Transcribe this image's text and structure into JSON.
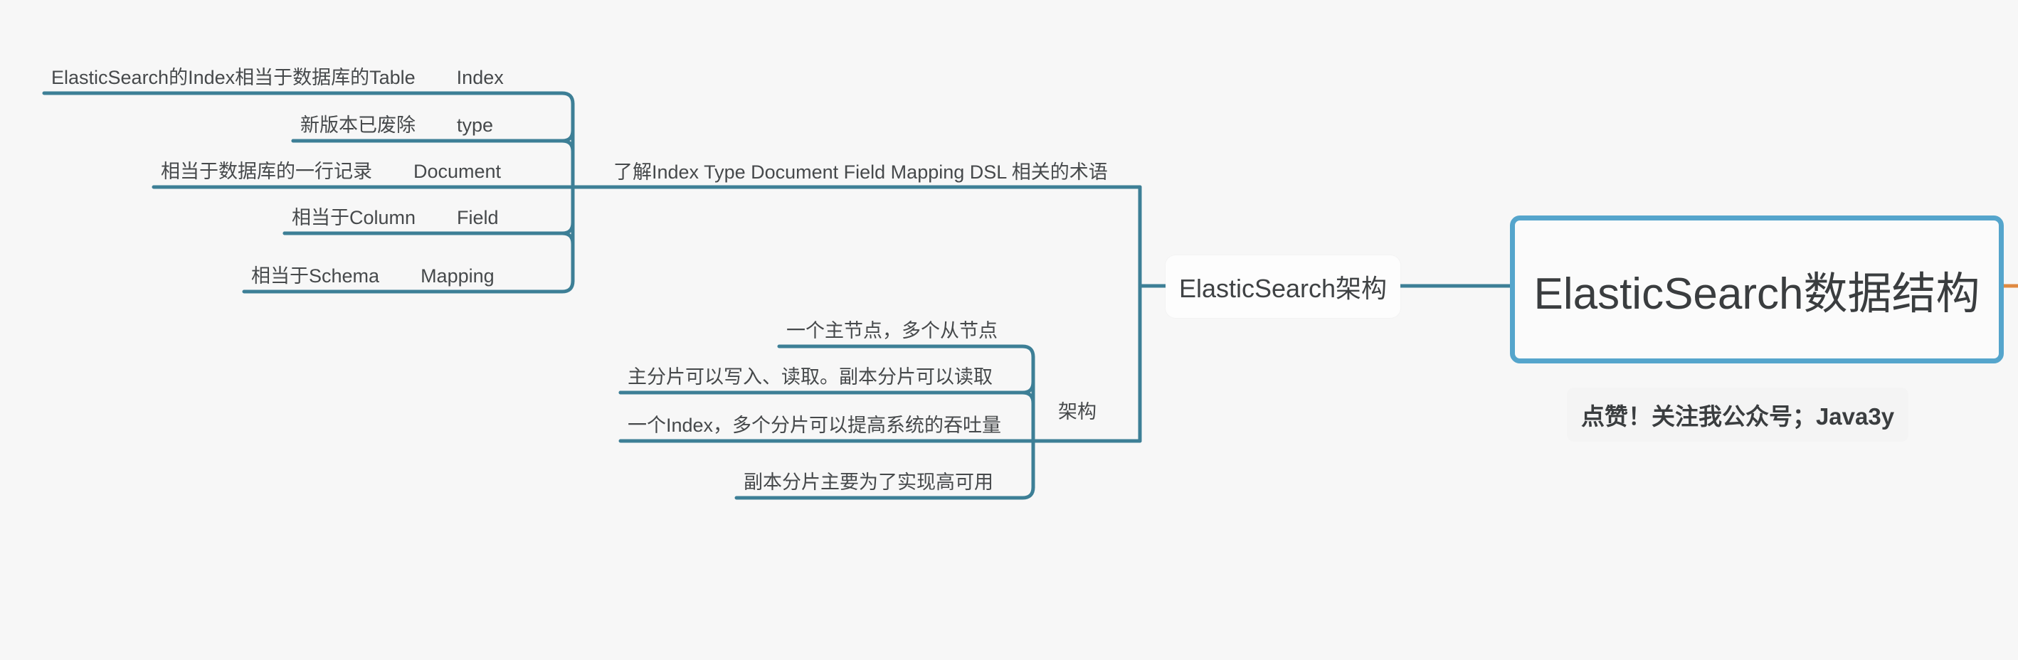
{
  "meta": {
    "background_color": "#f7f7f7",
    "line_color": "#3d7f96",
    "root_border_color": "#55a5cc",
    "accent_orange": "#e08a42",
    "text_color": "#46494b"
  },
  "root": {
    "label": "ElasticSearch数据结构"
  },
  "mid_node": {
    "label": "ElasticSearch架构"
  },
  "branches": [
    {
      "id": "terminology",
      "label": "了解Index Type Document Field Mapping DSL 相关的术语",
      "leaves": [
        {
          "note": "ElasticSearch的Index相当于数据库的Table",
          "term": "Index"
        },
        {
          "note": "新版本已废除",
          "term": "type"
        },
        {
          "note": "相当于数据库的一行记录",
          "term": "Document"
        },
        {
          "note": "相当于Column",
          "term": "Field"
        },
        {
          "note": "相当于Schema",
          "term": "Mapping"
        }
      ]
    },
    {
      "id": "architecture",
      "label": "架构",
      "leaves": [
        {
          "note": "",
          "term": "一个主节点，多个从节点"
        },
        {
          "note": "",
          "term": "主分片可以写入、读取。副本分片可以读取"
        },
        {
          "note": "",
          "term": "一个Index，多个分片可以提高系统的吞吐量"
        },
        {
          "note": "",
          "term": "副本分片主要为了实现高可用"
        }
      ]
    }
  ],
  "promo": {
    "label": "点赞！关注我公众号；Java3y"
  }
}
